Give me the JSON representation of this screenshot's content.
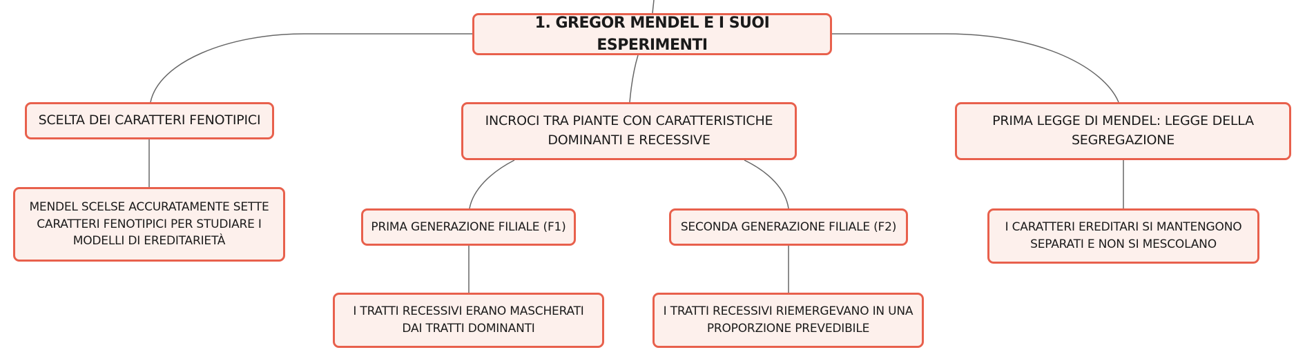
{
  "map": {
    "root": "1. GREGOR MENDEL E I SUOI ESPERIMENTI",
    "scelta": "SCELTA DEI CARATTERI FENOTIPICI",
    "incroci": "INCROCI TRA PIANTE CON CARATTERISTICHE DOMINANTI E RECESSIVE",
    "legge": "PRIMA LEGGE DI MENDEL: LEGGE DELLA SEGREGAZIONE",
    "mendel": "MENDEL SCELSE ACCURATAMENTE SETTE CARATTERI FENOTIPICI PER STUDIARE I MODELLI DI EREDITARIETÀ",
    "f1": "PRIMA GENERAZIONE FILIALE (F1)",
    "f2": "SECONDA GENERAZIONE FILIALE (F2)",
    "caratteri": "I CARATTERI EREDITARI SI MANTENGONO SEPARATI E NON SI MESCOLANO",
    "mascherati": "I TRATTI RECESSIVI ERANO MASCHERATI DAI TRATTI DOMINANTI",
    "riemergevano": "I TRATTI RECESSIVI RIEMERGEVANO IN UNA PROPORZIONE PREVEDIBILE"
  },
  "colors": {
    "node_border": "#e8604c",
    "node_fill": "#fdf0ec",
    "connector": "#666666",
    "text": "#1a1a1a"
  }
}
